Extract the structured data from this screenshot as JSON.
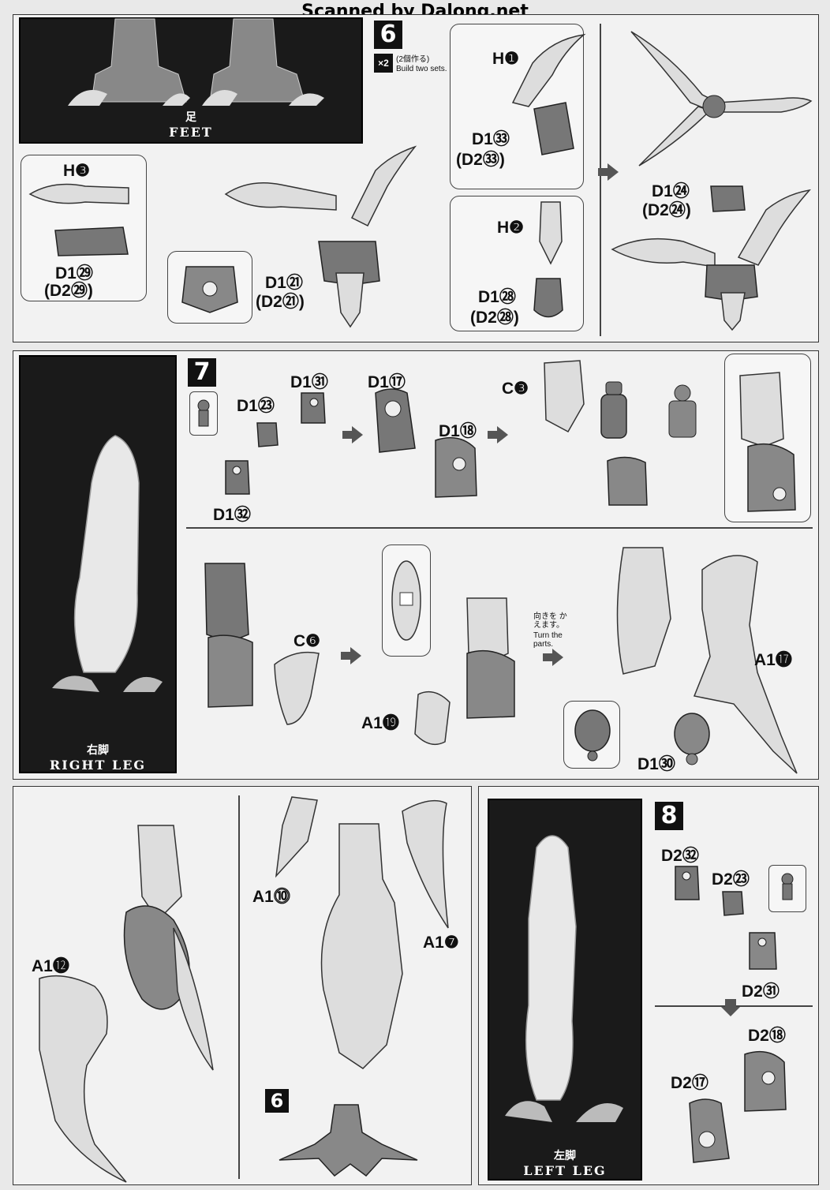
{
  "header": {
    "watermark": "Scanned by Dalong.net"
  },
  "section_feet": {
    "caption_jp": "足",
    "caption_en": "FEET",
    "step_number": "6",
    "multiplier": "×2",
    "build_note_jp": "(2個作る)",
    "build_note_en": "Build two sets.",
    "labels": {
      "h1": "H❶",
      "d1_33": "D1㉝",
      "d2_33": "(D2㉝)",
      "h3": "H❸",
      "d1_29": "D1㉙",
      "d2_29": "(D2㉙)",
      "d1_21": "D1㉑",
      "d2_21": "(D2㉑)",
      "h2": "H❷",
      "d1_28": "D1㉘",
      "d2_28": "(D2㉘)",
      "d1_24": "D1㉔",
      "d2_24": "(D2㉔)"
    }
  },
  "section_right_leg": {
    "caption_jp": "右脚",
    "caption_en": "RIGHT LEG",
    "step_number": "7",
    "labels": {
      "d1_23": "D1㉓",
      "d1_31": "D1㉛",
      "d1_32": "D1㉜",
      "d1_17": "D1⑰",
      "d1_18": "D1⑱",
      "c3": "C❸",
      "c6": "C❻",
      "a1_19": "A1⓳",
      "a1_17": "A1⓱",
      "d1_30": "D1㉚",
      "a1_12": "A1⓬",
      "a1_10": "A1⓾",
      "a1_7": "A1❼",
      "ref_step": "6"
    },
    "turn_note_jp": "向きを かえます。",
    "turn_note_en": "Turn the parts."
  },
  "section_left_leg": {
    "caption_jp": "左脚",
    "caption_en": "LEFT LEG",
    "step_number": "8",
    "labels": {
      "d2_32": "D2㉜",
      "d2_23": "D2㉓",
      "d2_31": "D2㉛",
      "d2_18": "D2⑱",
      "d2_17": "D2⑰"
    }
  }
}
